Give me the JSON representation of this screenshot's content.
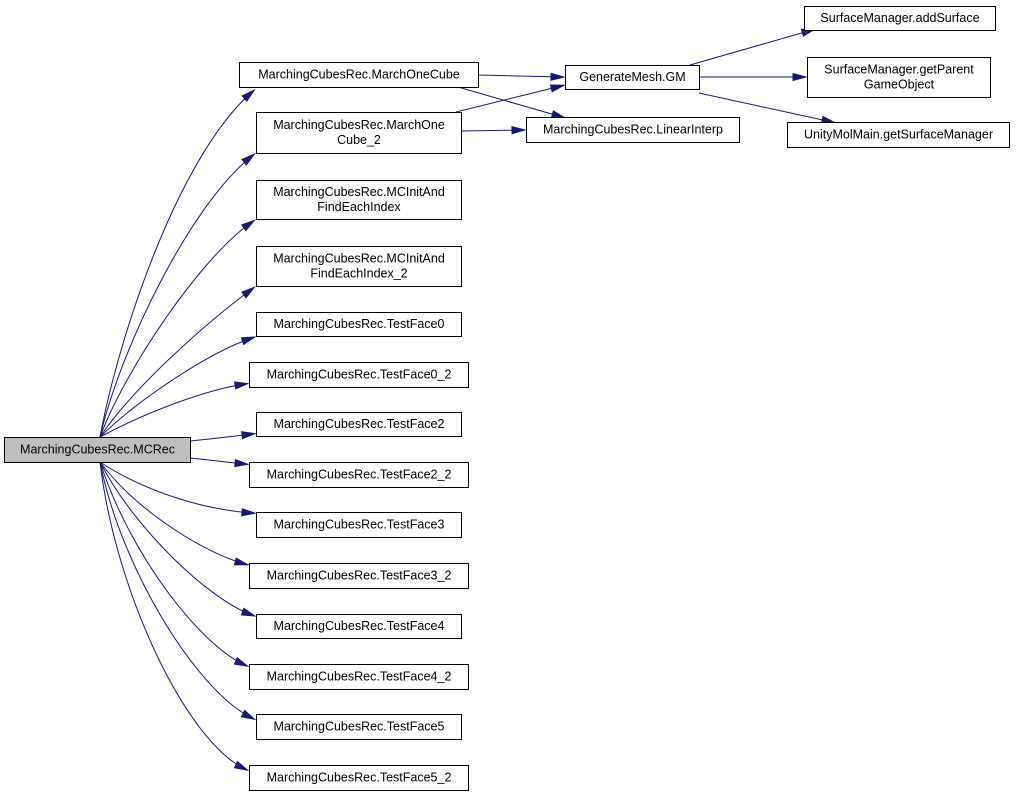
{
  "nodes": {
    "mcrec": [
      "MarchingCubesRec.MCRec"
    ],
    "march_one_cube": [
      "MarchingCubesRec.MarchOneCube"
    ],
    "march_one_cube_2": [
      "MarchingCubesRec.MarchOne",
      "Cube_2"
    ],
    "mc_init": [
      "MarchingCubesRec.MCInitAnd",
      "FindEachIndex"
    ],
    "mc_init_2": [
      "MarchingCubesRec.MCInitAnd",
      "FindEachIndex_2"
    ],
    "test_face0": [
      "MarchingCubesRec.TestFace0"
    ],
    "test_face0_2": [
      "MarchingCubesRec.TestFace0_2"
    ],
    "test_face2": [
      "MarchingCubesRec.TestFace2"
    ],
    "test_face2_2": [
      "MarchingCubesRec.TestFace2_2"
    ],
    "test_face3": [
      "MarchingCubesRec.TestFace3"
    ],
    "test_face3_2": [
      "MarchingCubesRec.TestFace3_2"
    ],
    "test_face4": [
      "MarchingCubesRec.TestFace4"
    ],
    "test_face4_2": [
      "MarchingCubesRec.TestFace4_2"
    ],
    "test_face5": [
      "MarchingCubesRec.TestFace5"
    ],
    "test_face5_2": [
      "MarchingCubesRec.TestFace5_2"
    ],
    "generate_mesh": [
      "GenerateMesh.GM"
    ],
    "linear_interp": [
      "MarchingCubesRec.LinearInterp"
    ],
    "add_surface": [
      "SurfaceManager.addSurface"
    ],
    "get_parent": [
      "SurfaceManager.getParent",
      "GameObject"
    ],
    "get_surface_manager": [
      "UnityMolMain.getSurfaceManager"
    ]
  },
  "edges": [
    [
      "mcrec",
      "march_one_cube"
    ],
    [
      "mcrec",
      "march_one_cube_2"
    ],
    [
      "mcrec",
      "mc_init"
    ],
    [
      "mcrec",
      "mc_init_2"
    ],
    [
      "mcrec",
      "test_face0"
    ],
    [
      "mcrec",
      "test_face0_2"
    ],
    [
      "mcrec",
      "test_face2"
    ],
    [
      "mcrec",
      "test_face2_2"
    ],
    [
      "mcrec",
      "test_face3"
    ],
    [
      "mcrec",
      "test_face3_2"
    ],
    [
      "mcrec",
      "test_face4"
    ],
    [
      "mcrec",
      "test_face4_2"
    ],
    [
      "mcrec",
      "test_face5"
    ],
    [
      "mcrec",
      "test_face5_2"
    ],
    [
      "march_one_cube",
      "generate_mesh"
    ],
    [
      "march_one_cube",
      "linear_interp"
    ],
    [
      "march_one_cube_2",
      "generate_mesh"
    ],
    [
      "march_one_cube_2",
      "linear_interp"
    ],
    [
      "generate_mesh",
      "add_surface"
    ],
    [
      "generate_mesh",
      "get_parent"
    ],
    [
      "generate_mesh",
      "get_surface_manager"
    ]
  ],
  "colors": {
    "edge": "#191970",
    "root_fill": "#bfbfbf",
    "node_fill": "#ffffff",
    "node_border": "#000000"
  }
}
